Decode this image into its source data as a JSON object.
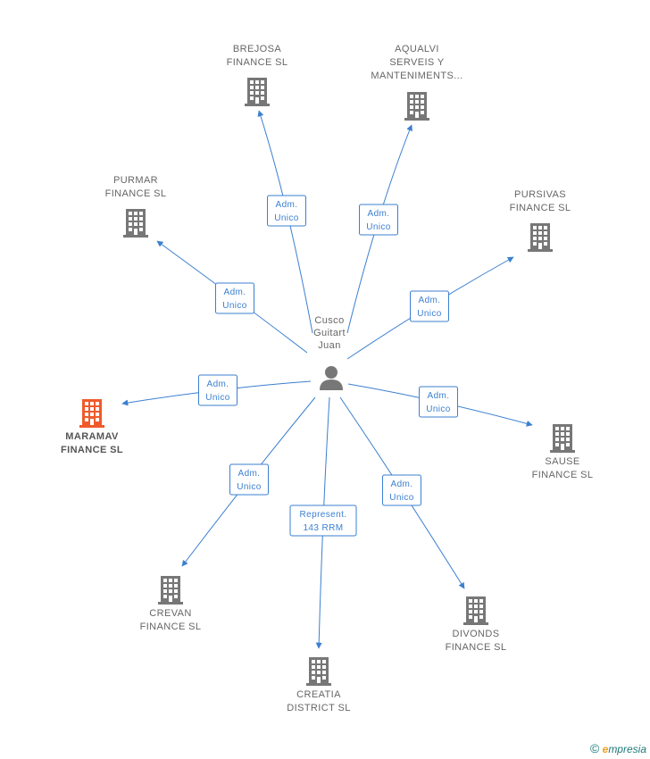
{
  "colors": {
    "edge": "#3b7fd0",
    "building": "#777777",
    "highlight": "#f05a2a",
    "text": "#666666"
  },
  "person": {
    "lines": [
      "Cusco",
      "Guitart",
      "Juan"
    ],
    "icon": "person-icon"
  },
  "companies": [
    {
      "id": "brejosa",
      "lines": [
        "BREJOSA",
        "FINANCE SL"
      ],
      "highlight": false
    },
    {
      "id": "aqualvi",
      "lines": [
        "AQUALVI",
        "SERVEIS Y",
        "MANTENIMENTS..."
      ],
      "highlight": false
    },
    {
      "id": "purmar",
      "lines": [
        "PURMAR",
        "FINANCE SL"
      ],
      "highlight": false
    },
    {
      "id": "pursivas",
      "lines": [
        "PURSIVAS",
        "FINANCE SL"
      ],
      "highlight": false
    },
    {
      "id": "maramav",
      "lines": [
        "MARAMAV",
        "FINANCE SL"
      ],
      "highlight": true
    },
    {
      "id": "sause",
      "lines": [
        "SAUSE",
        "FINANCE SL"
      ],
      "highlight": false
    },
    {
      "id": "crevan",
      "lines": [
        "CREVAN",
        "FINANCE SL"
      ],
      "highlight": false
    },
    {
      "id": "creatia",
      "lines": [
        "CREATIA",
        "DISTRICT SL"
      ],
      "highlight": false
    },
    {
      "id": "divonds",
      "lines": [
        "DIVONDS",
        "FINANCE SL"
      ],
      "highlight": false
    }
  ],
  "edges": [
    {
      "to": "brejosa",
      "label": [
        "Adm.",
        "Unico"
      ]
    },
    {
      "to": "aqualvi",
      "label": [
        "Adm.",
        "Unico"
      ]
    },
    {
      "to": "purmar",
      "label": [
        "Adm.",
        "Unico"
      ]
    },
    {
      "to": "pursivas",
      "label": [
        "Adm.",
        "Unico"
      ]
    },
    {
      "to": "maramav",
      "label": [
        "Adm.",
        "Unico"
      ]
    },
    {
      "to": "sause",
      "label": [
        "Adm.",
        "Unico"
      ]
    },
    {
      "to": "crevan",
      "label": [
        "Adm.",
        "Unico"
      ]
    },
    {
      "to": "creatia",
      "label": [
        "Represent.",
        "143 RRM"
      ]
    },
    {
      "to": "divonds",
      "label": [
        "Adm.",
        "Unico"
      ]
    }
  ],
  "footer": {
    "copyright": "©",
    "brand_initial": "e",
    "brand_rest": "mpresia"
  }
}
